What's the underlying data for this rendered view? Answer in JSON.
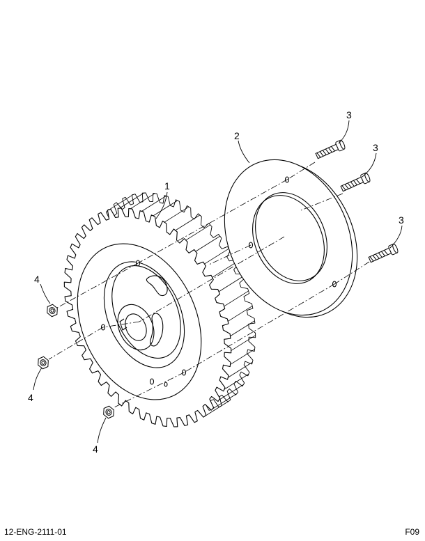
{
  "callouts": {
    "gear": "1",
    "plate": "2",
    "bolt_top": "3",
    "bolt_mid": "3",
    "bolt_low": "3",
    "nut_top": "4",
    "nut_mid": "4",
    "nut_low": "4"
  },
  "footer": {
    "drawing_id": "12-ENG-2111-01",
    "sheet_code": "F09"
  }
}
